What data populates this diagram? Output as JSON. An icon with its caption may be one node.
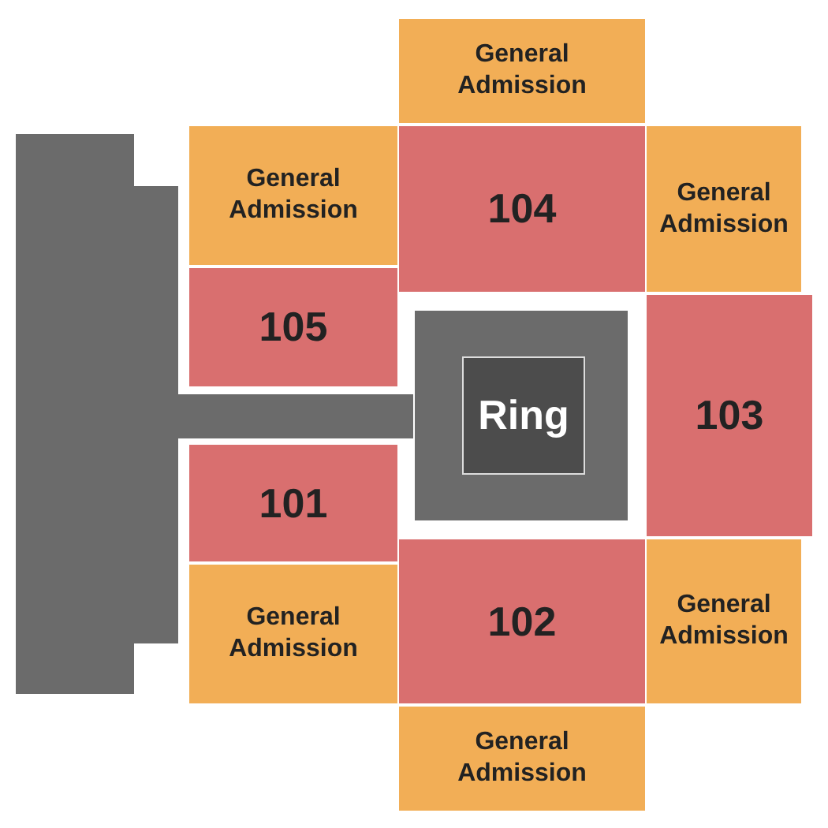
{
  "diagram": {
    "nodes": [
      {
        "text": [
          "General Admission"
        ]
      },
      {
        "text": [
          "General Admission"
        ]
      },
      {
        "text": [
          "104"
        ]
      },
      {
        "text": [
          "General Admission"
        ]
      },
      {
        "text": [
          "105"
        ]
      },
      {
        "text": [
          "Ring"
        ]
      },
      {
        "text": [
          "103"
        ]
      },
      {
        "text": [
          "101"
        ]
      },
      {
        "text": [
          "102"
        ]
      },
      {
        "text": [
          "General Admission"
        ]
      },
      {
        "text": [
          "General Admission"
        ]
      },
      {
        "text": [
          "General Admission"
        ]
      }
    ]
  }
}
